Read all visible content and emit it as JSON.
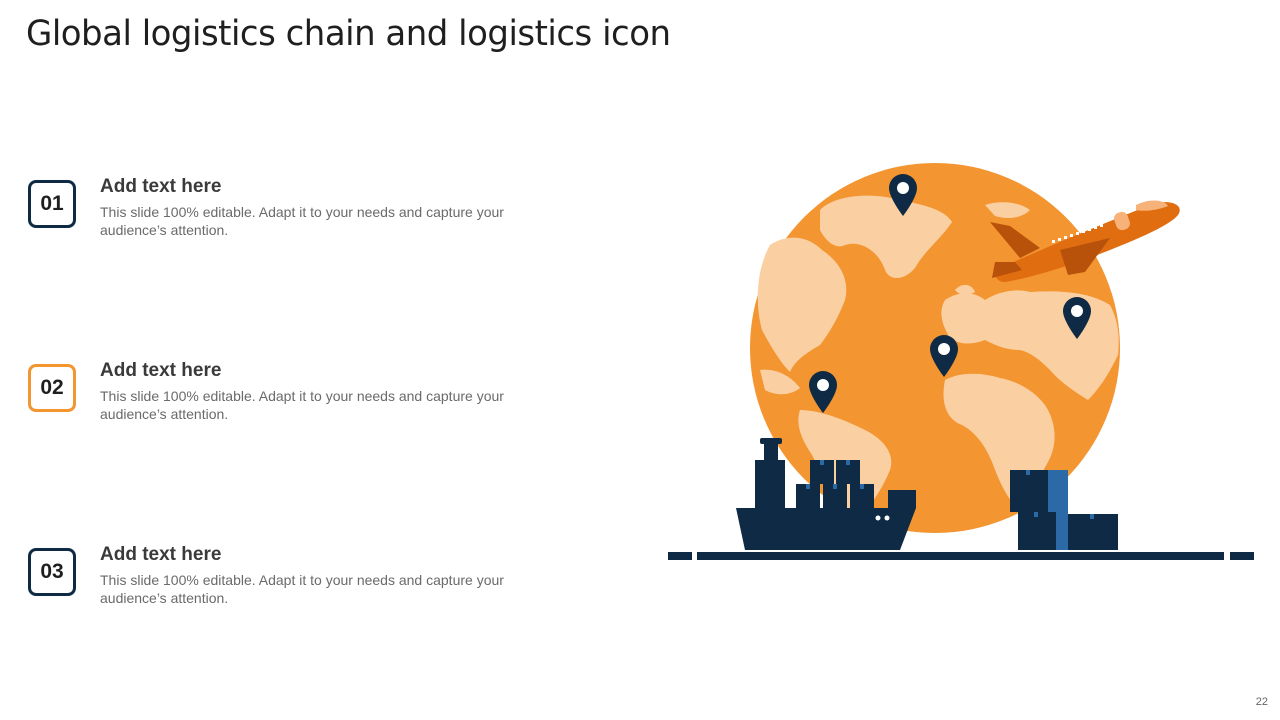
{
  "slide": {
    "title": "Global logistics chain and logistics icon",
    "page_number": "22"
  },
  "items": [
    {
      "number": "01",
      "heading": "Add text here",
      "description": "This slide 100% editable. Adapt it to your needs  and capture your audience’s attention.",
      "accent": "#0f2a44"
    },
    {
      "number": "02",
      "heading": "Add text here",
      "description": "This slide 100% editable. Adapt it to your needs  and capture your audience’s attention.",
      "accent": "#f39531"
    },
    {
      "number": "03",
      "heading": "Add text here",
      "description": "This slide 100% editable. Adapt it to your needs  and capture your audience’s attention.",
      "accent": "#0f2a44"
    }
  ],
  "colors": {
    "navy": "#0f2a44",
    "orange": "#f39531",
    "land": "#fad0a3",
    "plane": "#e06d10",
    "blue": "#2b6aa6"
  },
  "illustration": {
    "icons": [
      "globe-icon",
      "airplane-icon",
      "location-pin-icon",
      "cargo-ship-icon",
      "cargo-boxes-icon"
    ]
  }
}
